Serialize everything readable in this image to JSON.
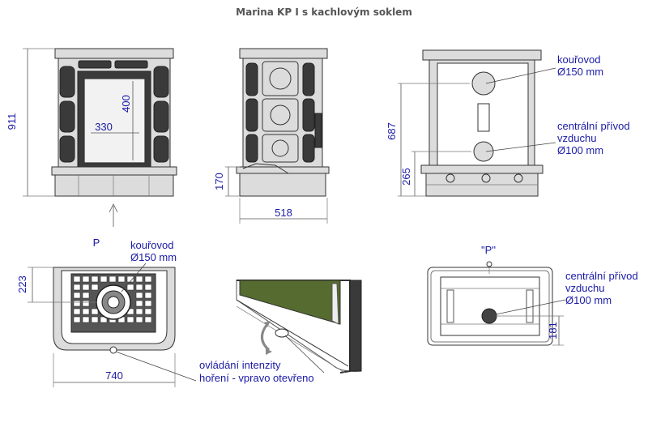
{
  "title": "Marina KP I s kachlovým soklem",
  "dimensions": {
    "height_total": "911",
    "door_width": "330",
    "door_height": "400",
    "depth": "518",
    "side_170": "170",
    "flue_height": "687",
    "air_height": "265",
    "top_223": "223",
    "width_total": "740",
    "air_181": "181"
  },
  "labels": {
    "view_p": "P",
    "view_p_quoted": "\"P\"",
    "flue_rear_line1": "kouřovod",
    "flue_rear_line2": "Ø150 mm",
    "air_rear_line1": "centrální přívod",
    "air_rear_line2": "vzduchu",
    "air_rear_line3": "Ø100 mm",
    "flue_top_line1": "kouřovod",
    "flue_top_line2": "Ø150 mm",
    "control_line1": "ovládání intenzity",
    "control_line2": "hoření - vpravo otevřeno",
    "air_bottom_line1": "centrální přívod",
    "air_bottom_line2": "vzduchu",
    "air_bottom_line3": "Ø100 mm"
  },
  "colors": {
    "annotation": "#1a1aa6",
    "title": "#555555"
  }
}
